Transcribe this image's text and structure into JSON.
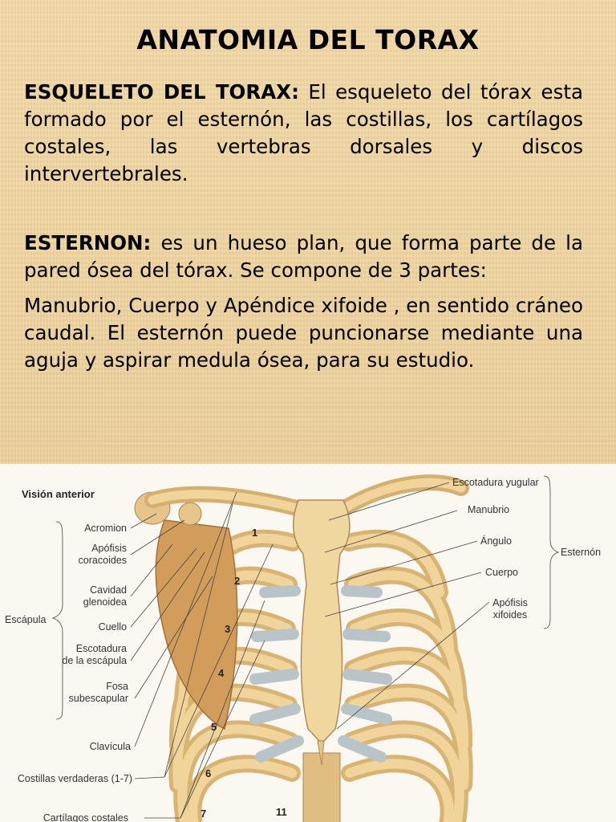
{
  "title": "ANATOMIA DEL TORAX",
  "p1": {
    "heading": "ESQUELETO DEL TORAX:",
    "text": " El esqueleto del tórax esta formado por el esternón, las costillas, los cartílagos costales, las vertebras dorsales y discos intervertebrales."
  },
  "p2": {
    "heading": "ESTERNON:",
    "text": " es un hueso plan, que forma parte de la pared ósea del tórax.  Se compone de 3 partes:"
  },
  "p3": {
    "text": "Manubrio, Cuerpo y Apéndice xifoide , en sentido cráneo caudal. El esternón puede puncionarse mediante una aguja y aspirar medula ósea, para su estudio."
  },
  "figure": {
    "view": "Visión anterior",
    "left_labels": {
      "acromion": "Acromion",
      "coracoides": "Apófisis\ncoracoides",
      "glenoidea": "Cavidad\nglenoidea",
      "cuello": "Cuello",
      "escotadura_escapula": "Escotadura\nde la escápula",
      "fosa": "Fosa\nsubescapular",
      "clavicula": "Clavícula",
      "costillas_verdaderas": "Costillas verdaderas (1-7)",
      "cartilagos": "Cartílagos costales",
      "escapula": "Escápula"
    },
    "right_labels": {
      "yugular": "Escotadura yugular",
      "manubrio": "Manubrio",
      "angulo": "Ángulo",
      "cuerpo": "Cuerpo",
      "xifoides": "Apófisis\nxifoides",
      "esternon": "Esternón"
    },
    "rib_numbers": [
      "1",
      "2",
      "3",
      "4",
      "5",
      "6",
      "7",
      "11"
    ]
  },
  "colors": {
    "slide_bg": "#efd5a0",
    "bone": "#e9c98a",
    "cartilage": "#b9c4c8",
    "label_text": "#333333"
  }
}
